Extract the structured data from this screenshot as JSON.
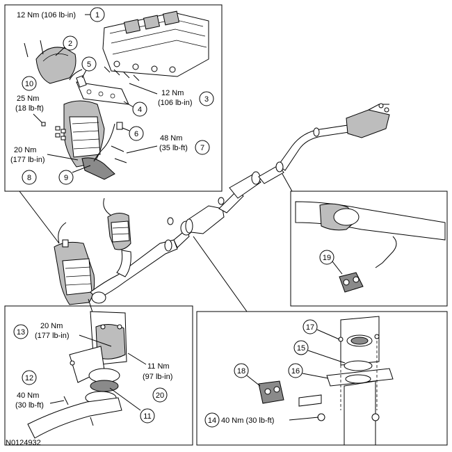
{
  "figure_id": "N0124932",
  "torques": {
    "t1": "12 Nm (106 lb-in)",
    "t3_a": "12 Nm",
    "t3_b": "(106 lb-in)",
    "t10_a": "25 Nm",
    "t10_b": "(18 lb-ft)",
    "t7_a": "48 Nm",
    "t7_b": "(35 lb-ft)",
    "t8_a": "20 Nm",
    "t8_b": "(177 lb-in)",
    "t13_a": "20 Nm",
    "t13_b": "(177 lb-in)",
    "t20_a": "11 Nm",
    "t20_b": "(97 lb-in)",
    "t12_a": "40 Nm",
    "t12_b": "(30 lb-ft)",
    "t14": "40 Nm (30 lb-ft)"
  },
  "callouts": [
    "1",
    "2",
    "3",
    "4",
    "5",
    "6",
    "7",
    "8",
    "9",
    "10",
    "11",
    "12",
    "13",
    "14",
    "15",
    "16",
    "17",
    "18",
    "19",
    "20"
  ]
}
